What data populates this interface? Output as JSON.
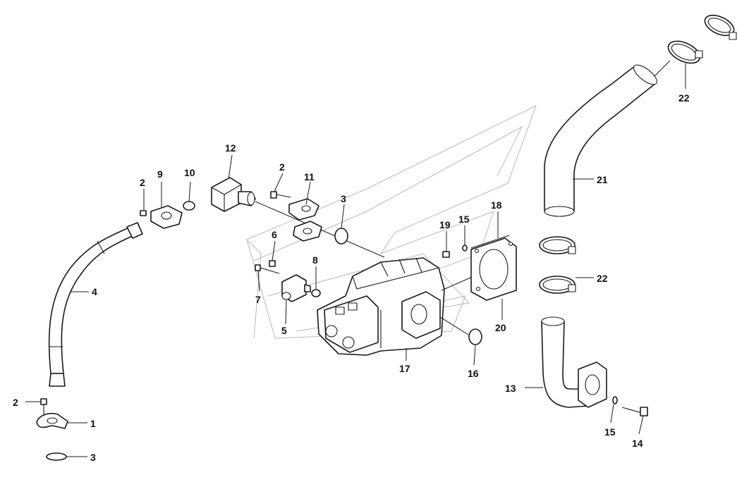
{
  "diagram": {
    "callouts": [
      {
        "id": "c1",
        "text": "1"
      },
      {
        "id": "c2a",
        "text": "2"
      },
      {
        "id": "c2b",
        "text": "2"
      },
      {
        "id": "c2c",
        "text": "2"
      },
      {
        "id": "c3a",
        "text": "3"
      },
      {
        "id": "c3b",
        "text": "3"
      },
      {
        "id": "c4",
        "text": "4"
      },
      {
        "id": "c5",
        "text": "5"
      },
      {
        "id": "c6",
        "text": "6"
      },
      {
        "id": "c7",
        "text": "7"
      },
      {
        "id": "c8",
        "text": "8"
      },
      {
        "id": "c9",
        "text": "9"
      },
      {
        "id": "c10",
        "text": "10"
      },
      {
        "id": "c11",
        "text": "11"
      },
      {
        "id": "c12",
        "text": "12"
      },
      {
        "id": "c13",
        "text": "13"
      },
      {
        "id": "c14",
        "text": "14"
      },
      {
        "id": "c15a",
        "text": "15"
      },
      {
        "id": "c15b",
        "text": "15"
      },
      {
        "id": "c16",
        "text": "16"
      },
      {
        "id": "c17",
        "text": "17"
      },
      {
        "id": "c18",
        "text": "18"
      },
      {
        "id": "c19",
        "text": "19"
      },
      {
        "id": "c20",
        "text": "20"
      },
      {
        "id": "c21",
        "text": "21"
      },
      {
        "id": "c22a",
        "text": "22"
      },
      {
        "id": "c22b",
        "text": "22"
      }
    ]
  }
}
